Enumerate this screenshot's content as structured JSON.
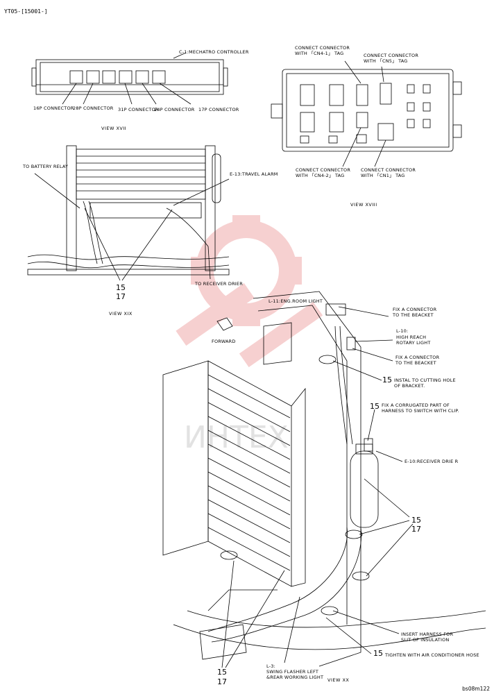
{
  "header": {
    "code": "YT05-[15001-]"
  },
  "footer": {
    "code": "bs08m122"
  },
  "view17": {
    "title": "VIEW XVII",
    "controller": "C-1:MECHATRO CONTROLLER",
    "connectors": [
      "16P CONNECTOR",
      "28P CONNECTOR",
      "31P CONNECTOR",
      "24P CONNECTOR",
      "17P CONNECTOR"
    ]
  },
  "view18": {
    "title": "VIEW XVIII",
    "cn4_1": [
      "CONNECT CONNECTOR",
      "WITH 「CN4-1」 TAG"
    ],
    "cn5": [
      "CONNECT CONNECTOR",
      "WITH 「CN5」 TAG"
    ],
    "cn4_2": [
      "CONNECT CONNECTOR",
      "WITH 「CN4-2」 TAG"
    ],
    "cn1": [
      "CONNECT CONNECTOR",
      "WITH 「CN1」 TAG"
    ]
  },
  "view19": {
    "title": "VIEW XIX",
    "battery": "TO BATTERY RELAY",
    "alarm": "E-13:TRAVEL ALARM",
    "drier": "TO RECEIVER DRIER",
    "n15": "15",
    "n17": "17"
  },
  "view20": {
    "title": "VIEW XX",
    "forward": "FORWARD",
    "l11": "L-11:ENG.ROOM LIGHT",
    "fix1": [
      "FIX A CONNECTOR",
      "TO THE BEACKET"
    ],
    "l10": [
      "L-10:",
      "HIGH REACH",
      "ROTARY LIGHT"
    ],
    "fix2": [
      "FIX A CONNECTOR",
      "TO THE BEACKET"
    ],
    "n15a": "15",
    "install": [
      "INSTAL TO CUTTING HOLE",
      "OF BRACKET."
    ],
    "n15b": "15",
    "corrugated": [
      "FIX A CORRUGATED PART OF",
      "HARNESS TO SWITCH WITH CLIP."
    ],
    "e10": "E-10:RECEIVER DRIE R",
    "n15c": "15",
    "n17c": "17",
    "insert": [
      "INSERT HARNESS FOR",
      "SLIT OF INSULATION"
    ],
    "n15d": "15",
    "tighten": "TIGHTEN WITH AIR CONDITIONER HOSE",
    "l3": [
      "L-3:",
      "SWING FLASHER LEFT",
      "&REAR WORKING LIGHT"
    ],
    "n15e": "15",
    "n17e": "17"
  }
}
